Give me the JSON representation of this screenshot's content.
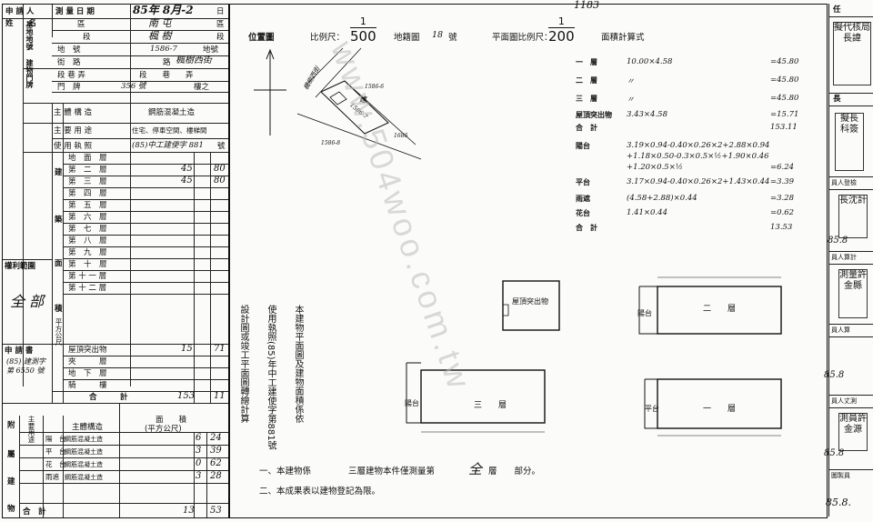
{
  "header": {
    "applicant_label": "申 請 人",
    "name_label": "姓　　名",
    "survey_date_label": "測 量 日 期",
    "survey_date_value": "85年 8月-2",
    "day_unit": "日",
    "top_doc_no": "1183"
  },
  "location": {
    "group_label": "基地地號",
    "district_label": "區",
    "district_value": "南 屯",
    "section_label": "段",
    "section_value": "楓 樹",
    "lot_no_label": "地　號",
    "lot_no_value": "1586-7",
    "lot_no_unit": "地號",
    "building_group_label": "建物門牌",
    "street_label": "街　路",
    "street_value": "楓樹西街",
    "street_unit": "路",
    "alley_label": "段 巷 弄",
    "alley_unit": "段　　巷　　弄",
    "door_label": "門　牌",
    "door_value": "356 號",
    "door_floor": "樓之"
  },
  "main_info": {
    "structure_label": "主 體 構 造",
    "structure_value": "鋼筋混凝土造",
    "usage_label": "主 要 用 途",
    "usage_value": "住宅、停車空間、樓梯間",
    "license_label": "使 用 執 照",
    "license_value": "(85)中工建使字 881",
    "license_unit": "號"
  },
  "floors": {
    "group_label_1": "建",
    "group_label_2": "築",
    "group_label_3": "面",
    "group_label_4": "積",
    "rows": [
      {
        "label": "地　面　層",
        "int": "",
        "dec": ""
      },
      {
        "label": "第　二　層",
        "int": "45",
        "dec": "80"
      },
      {
        "label": "第　三　層",
        "int": "45",
        "dec": "80"
      },
      {
        "label": "第　四　層",
        "int": "",
        "dec": ""
      },
      {
        "label": "第　五　層",
        "int": "",
        "dec": ""
      },
      {
        "label": "第　六　層",
        "int": "",
        "dec": ""
      },
      {
        "label": "第　七　層",
        "int": "",
        "dec": ""
      },
      {
        "label": "第　八　層",
        "int": "",
        "dec": ""
      },
      {
        "label": "第　九　層",
        "int": "",
        "dec": ""
      },
      {
        "label": "第　十　層",
        "int": "",
        "dec": ""
      },
      {
        "label": "第 十 一 層",
        "int": "",
        "dec": ""
      },
      {
        "label": "第 十 二 層",
        "int": "",
        "dec": ""
      }
    ],
    "unit_label": "平方公尺",
    "extra_rows": [
      {
        "label": "屋頂突出物",
        "int": "15",
        "dec": "71"
      },
      {
        "label": "夾　　　層",
        "int": "",
        "dec": ""
      },
      {
        "label": "地　下　層",
        "int": "",
        "dec": ""
      },
      {
        "label": "騎　　　樓",
        "int": "",
        "dec": ""
      }
    ],
    "total_label": "合　　　計",
    "total_int": "153",
    "total_dec": "11"
  },
  "rights": {
    "scope_label": "權利範圍",
    "scope_value": "全 部",
    "applicant_doc_label": "申 請 書",
    "applicant_doc_value": "(85) 建測字第 6550 號"
  },
  "attached": {
    "group_label_1": "附",
    "group_label_2": "屬",
    "group_label_3": "建",
    "group_label_4": "物",
    "head_usage": "主要用途",
    "head_structure": "主體構造",
    "head_area": "面　　積",
    "head_unit": "(平方公尺)",
    "rows": [
      {
        "usage": "陽　台",
        "structure": "鋼筋混凝土造",
        "int": "6",
        "dec": "24"
      },
      {
        "usage": "平　台",
        "structure": "鋼筋混凝土造",
        "int": "3",
        "dec": "39"
      },
      {
        "usage": "花　台",
        "structure": "鋼筋混凝土造",
        "int": "0",
        "dec": "62"
      },
      {
        "usage": "雨遮",
        "structure": "鋼筋混凝土造",
        "int": "3",
        "dec": "28"
      }
    ],
    "total_label": "合　計",
    "total_int": "13",
    "total_dec": "53"
  },
  "plan": {
    "location_map_label": "位置圖",
    "scale_label": "比例尺：",
    "scale_num": "1",
    "scale_den": "500",
    "cadastral_label": "地籍圖",
    "cadastral_no": "18",
    "cadastral_unit": "號",
    "plan_scale_label": "平面圖比例尺：",
    "plan_scale_num": "1",
    "plan_scale_den": "200",
    "area_calc_label": "面積計算式",
    "street_name_map": "楓樹西街",
    "lot_label_main": "1586-7",
    "lot_label_a": "1586-6",
    "lot_label_b": "1586-8",
    "lot_label_c": "1686",
    "parcel_label": "建"
  },
  "calc": {
    "rows": [
      {
        "label": "一　層",
        "formula": "10.00×4.58",
        "result": "=45.80"
      },
      {
        "label": "二　層",
        "formula": "〃",
        "result": "=45.80"
      },
      {
        "label": "三　層",
        "formula": "〃",
        "result": "=45.80"
      },
      {
        "label": "屋頂突出物",
        "formula": "3.43×4.58",
        "result": "=15.71"
      },
      {
        "label": "合　計",
        "formula": "",
        "result": "153.11"
      },
      {
        "label": "陽台",
        "formula": "3.19×0.94-0.40×0.26×2+2.88×0.94",
        "result": ""
      },
      {
        "label": "",
        "formula": "+1.18×0.50-0.3×0.5×½+1.90×0.46",
        "result": ""
      },
      {
        "label": "",
        "formula": "+1.20×0.5×½",
        "result": "=6.24"
      },
      {
        "label": "平台",
        "formula": "3.17×0.94-0.40×0.26×2+1.43×0.44",
        "result": "=3.39"
      },
      {
        "label": "雨遮",
        "formula": "(4.58+2.88)×0.44",
        "result": "=3.28"
      },
      {
        "label": "花台",
        "formula": "1.41×0.44",
        "result": "=0.62"
      },
      {
        "label": "合　計",
        "formula": "",
        "result": "13.53"
      }
    ]
  },
  "vertical_notes": {
    "note1": "本建物平面圖及建物面積係依",
    "note2": "使用執照(85)年中工建使字第881號",
    "note3": "設計圖或竣工平面圖轉繪計算"
  },
  "floor_plans": {
    "roof_label": "屋頂突出物",
    "floor2_label": "二　　層",
    "floor3_label": "三　　層",
    "floor1_label": "一　　層",
    "balcony_label": "陽台",
    "platform_label": "平台"
  },
  "footnotes": {
    "line1_prefix": "一、本建物係",
    "line1_floors": "三層建物本件僅測量第",
    "line1_value": "全",
    "line1_suffix": "層　　部分。",
    "line2": "二、本成果表以建物登記為限。"
  },
  "right_column": {
    "h1": "任",
    "h2": "長",
    "h3": "員人登檢",
    "h4": "員人算計",
    "h5": "員人算",
    "h6": "員人丈測",
    "h7": "圖製員",
    "stamp1": "擬代核局長諱",
    "stamp2": "擬長 科簽",
    "stamp3": "長沈計",
    "stamp4": "測量許金縣",
    "stamp5": "85.8",
    "stamp6": "85.8",
    "stamp7": "測員許金源",
    "stamp8": "85.8",
    "date_mark": "85.8."
  },
  "watermark": "www.504woo.com.tw"
}
